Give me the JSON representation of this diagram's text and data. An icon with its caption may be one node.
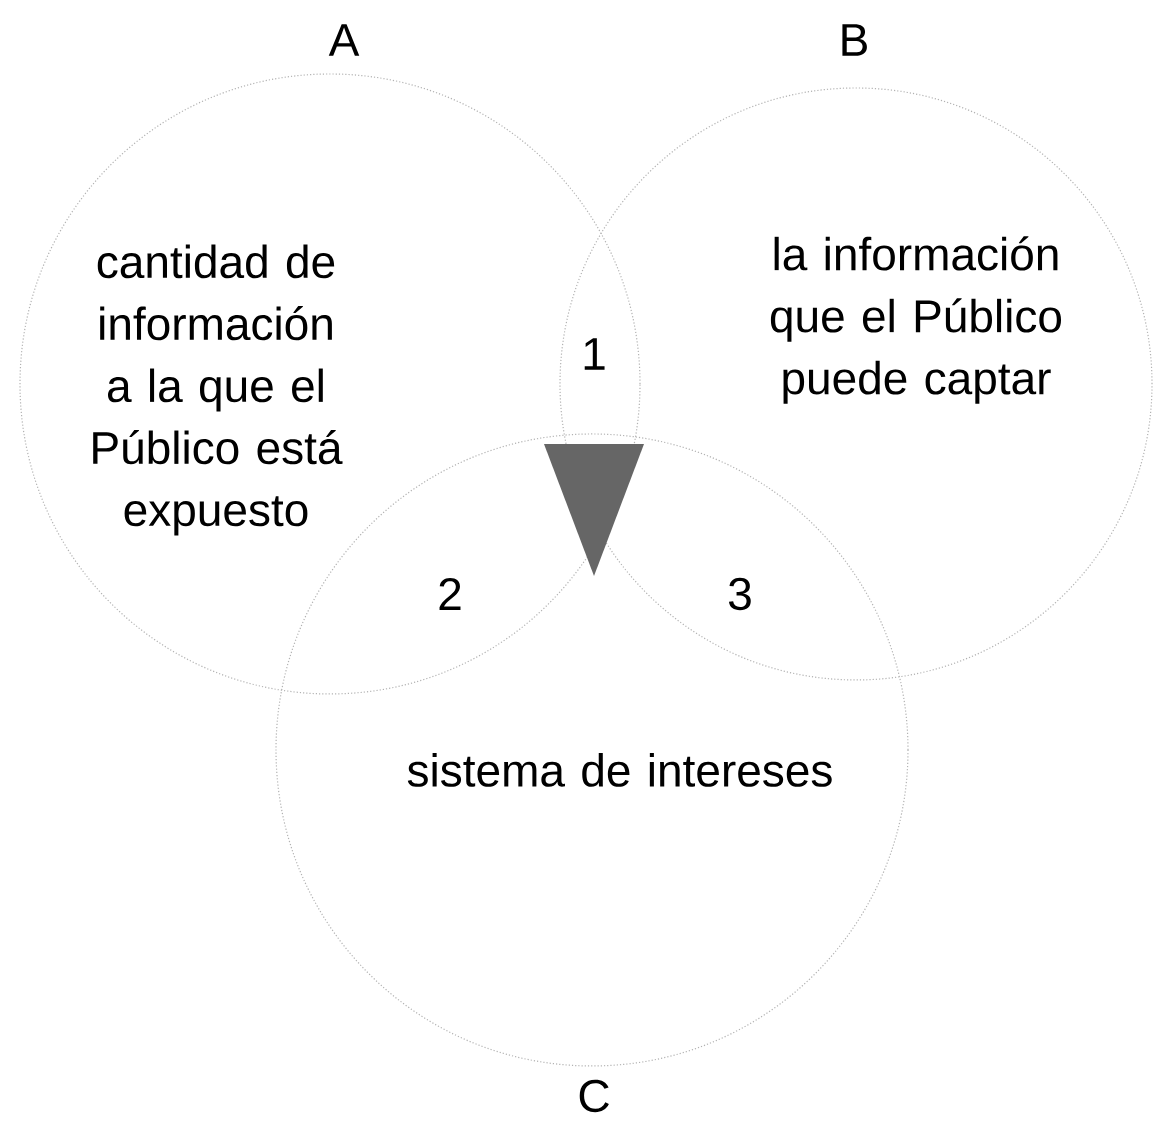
{
  "diagram": {
    "nodes": [
      {
        "text": [
          "A",
          "cantidad de información a la que el Público está expuesto"
        ]
      },
      {
        "text": [
          "B",
          "la información que el Público puede captar"
        ]
      },
      {
        "text": [
          "sistema de intereses",
          "C"
        ]
      }
    ],
    "labels": [
      "1",
      "2",
      "3"
    ]
  }
}
